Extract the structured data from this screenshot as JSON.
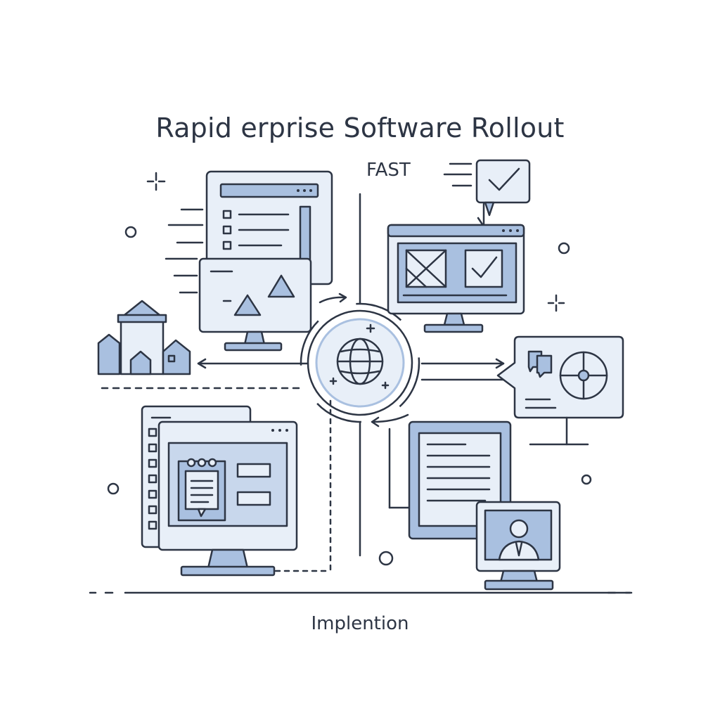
{
  "title": "Rapid erprise Software Rollout",
  "label_top": "FAST",
  "caption": "Implention",
  "palette": {
    "ink": "#2d3544",
    "accent": "#a9c0e0",
    "panel": "#e8eff8"
  },
  "icons": [
    "globe-icon",
    "checkmark-icon",
    "house-icon",
    "image-placeholder-icon",
    "chat-bubble-icon",
    "target-icon",
    "person-icon",
    "notepad-icon"
  ]
}
